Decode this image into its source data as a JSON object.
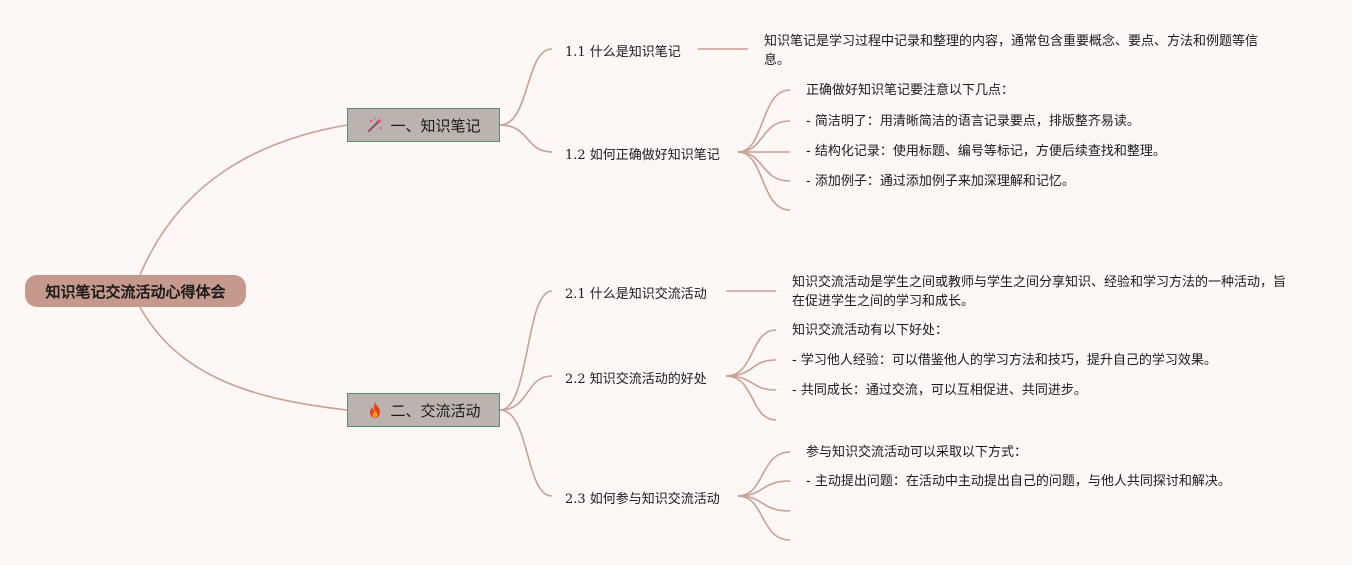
{
  "root": {
    "label": "知识笔记交流活动心得体会"
  },
  "sections": [
    {
      "label": "一、知识笔记",
      "icon": "magic-wand-icon",
      "subtopics": [
        {
          "label": "1.1 什么是知识笔记",
          "details": [
            "知识笔记是学习过程中记录和整理的内容，通常包含重要概念、要点、方法和例题等信息。"
          ]
        },
        {
          "label": "1.2 如何正确做好知识笔记",
          "details": [
            "正确做好知识笔记要注意以下几点：",
            "- 简洁明了：用清晰简洁的语言记录要点，排版整齐易读。",
            "- 结构化记录：使用标题、编号等标记，方便后续查找和整理。",
            "- 添加例子：通过添加例子来加深理解和记忆。"
          ]
        }
      ]
    },
    {
      "label": "二、交流活动",
      "icon": "fire-icon",
      "subtopics": [
        {
          "label": "2.1 什么是知识交流活动",
          "details": [
            "知识交流活动是学生之间或教师与学生之间分享知识、经验和学习方法的一种活动，旨在促进学生之间的学习和成长。"
          ]
        },
        {
          "label": "2.2 知识交流活动的好处",
          "details": [
            "知识交流活动有以下好处：",
            "- 学习他人经验：可以借鉴他人的学习方法和技巧，提升自己的学习效果。",
            "- 共同成长：通过交流，可以互相促进、共同进步。"
          ]
        },
        {
          "label": "2.3 如何参与知识交流活动",
          "details": [
            "参与知识交流活动可以采取以下方式：",
            "- 主动提出问题：在活动中主动提出自己的问题，与他人共同探讨和解决。"
          ]
        }
      ]
    }
  ],
  "colors": {
    "line": "#c8a196",
    "root_fill": "#c59a8c",
    "section_fill": "#bcb2ae",
    "section_border": "#5a8a7a",
    "background": "#fdf7f6"
  }
}
